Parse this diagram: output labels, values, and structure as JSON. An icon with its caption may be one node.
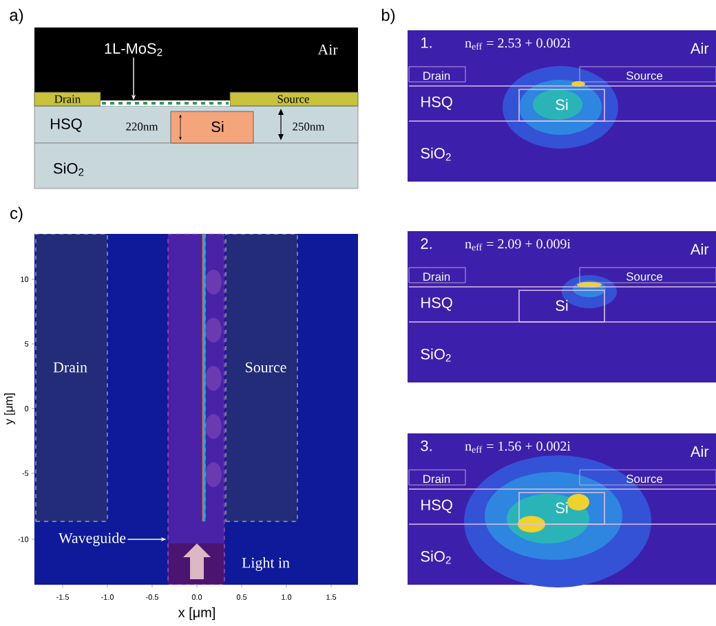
{
  "diagram": {
    "nodes": [
      {
        "text": [
          "Air"
        ]
      },
      {
        "text": [
          "Drain"
        ],
        "in": 0
      },
      {
        "text": [
          "Source"
        ],
        "in": 0
      },
      {
        "text": [
          "HSQ"
        ]
      },
      {
        "text": [
          "Si"
        ],
        "in": 3
      },
      {
        "text": [
          "SiO$_{2}$"
        ]
      },
      {
        "text": [],
        "shape": "bar",
        "in": 0
      },
      {
        "text": [
          "1L-MoS$_{2}$"
        ],
        "in": 0
      },
      {
        "text": [
          "1.",
          "n$_{eff}$ = 2.53 + 0.002i",
          "Air",
          "HSQ",
          "SiO$_{2}$"
        ]
      },
      {
        "text": [
          "Drain"
        ],
        "in": 8
      },
      {
        "text": [
          "Source"
        ],
        "in": 8
      },
      {
        "text": [
          "Si"
        ],
        "in": 8
      },
      {
        "text": [
          "2.",
          "n$_{eff}$ = 2.09 + 0.009i",
          "Air",
          "HSQ",
          "SiO$_{2}$"
        ]
      },
      {
        "text": [
          "Drain"
        ],
        "in": 12
      },
      {
        "text": [
          "Source"
        ],
        "in": 12
      },
      {
        "text": [
          "Si"
        ],
        "in": 12
      },
      {
        "text": [
          "3.",
          "n$_{eff}$ = 1.56 + 0.002i",
          "Air",
          "HSQ",
          "SiO$_{2}$"
        ]
      },
      {
        "text": [
          "Drain"
        ],
        "in": 16
      },
      {
        "text": [
          "Source"
        ],
        "in": 16
      },
      {
        "text": [
          "Si"
        ],
        "in": 16
      },
      {
        "text": [
          "Drain"
        ]
      },
      {
        "text": [
          "Source"
        ]
      },
      {
        "text": [],
        "shape": "box"
      },
      {
        "text": [
          "Waveguide"
        ]
      }
    ],
    "edges": [
      {
        "from": 7,
        "to": 6,
        "arrow": "to"
      },
      {
        "from": 23,
        "to": 22,
        "arrow": "to"
      }
    ],
    "labels": [
      "a)",
      "b)",
      "c)",
      "220nm",
      "250nm",
      "Light in",
      "y [μm]",
      "x [μm]",
      "10",
      "5",
      "0",
      "-5",
      "-10",
      "-1.5",
      "-1.0",
      "-0.5",
      "0.0",
      "0.5",
      "1.0",
      "1.5"
    ]
  }
}
